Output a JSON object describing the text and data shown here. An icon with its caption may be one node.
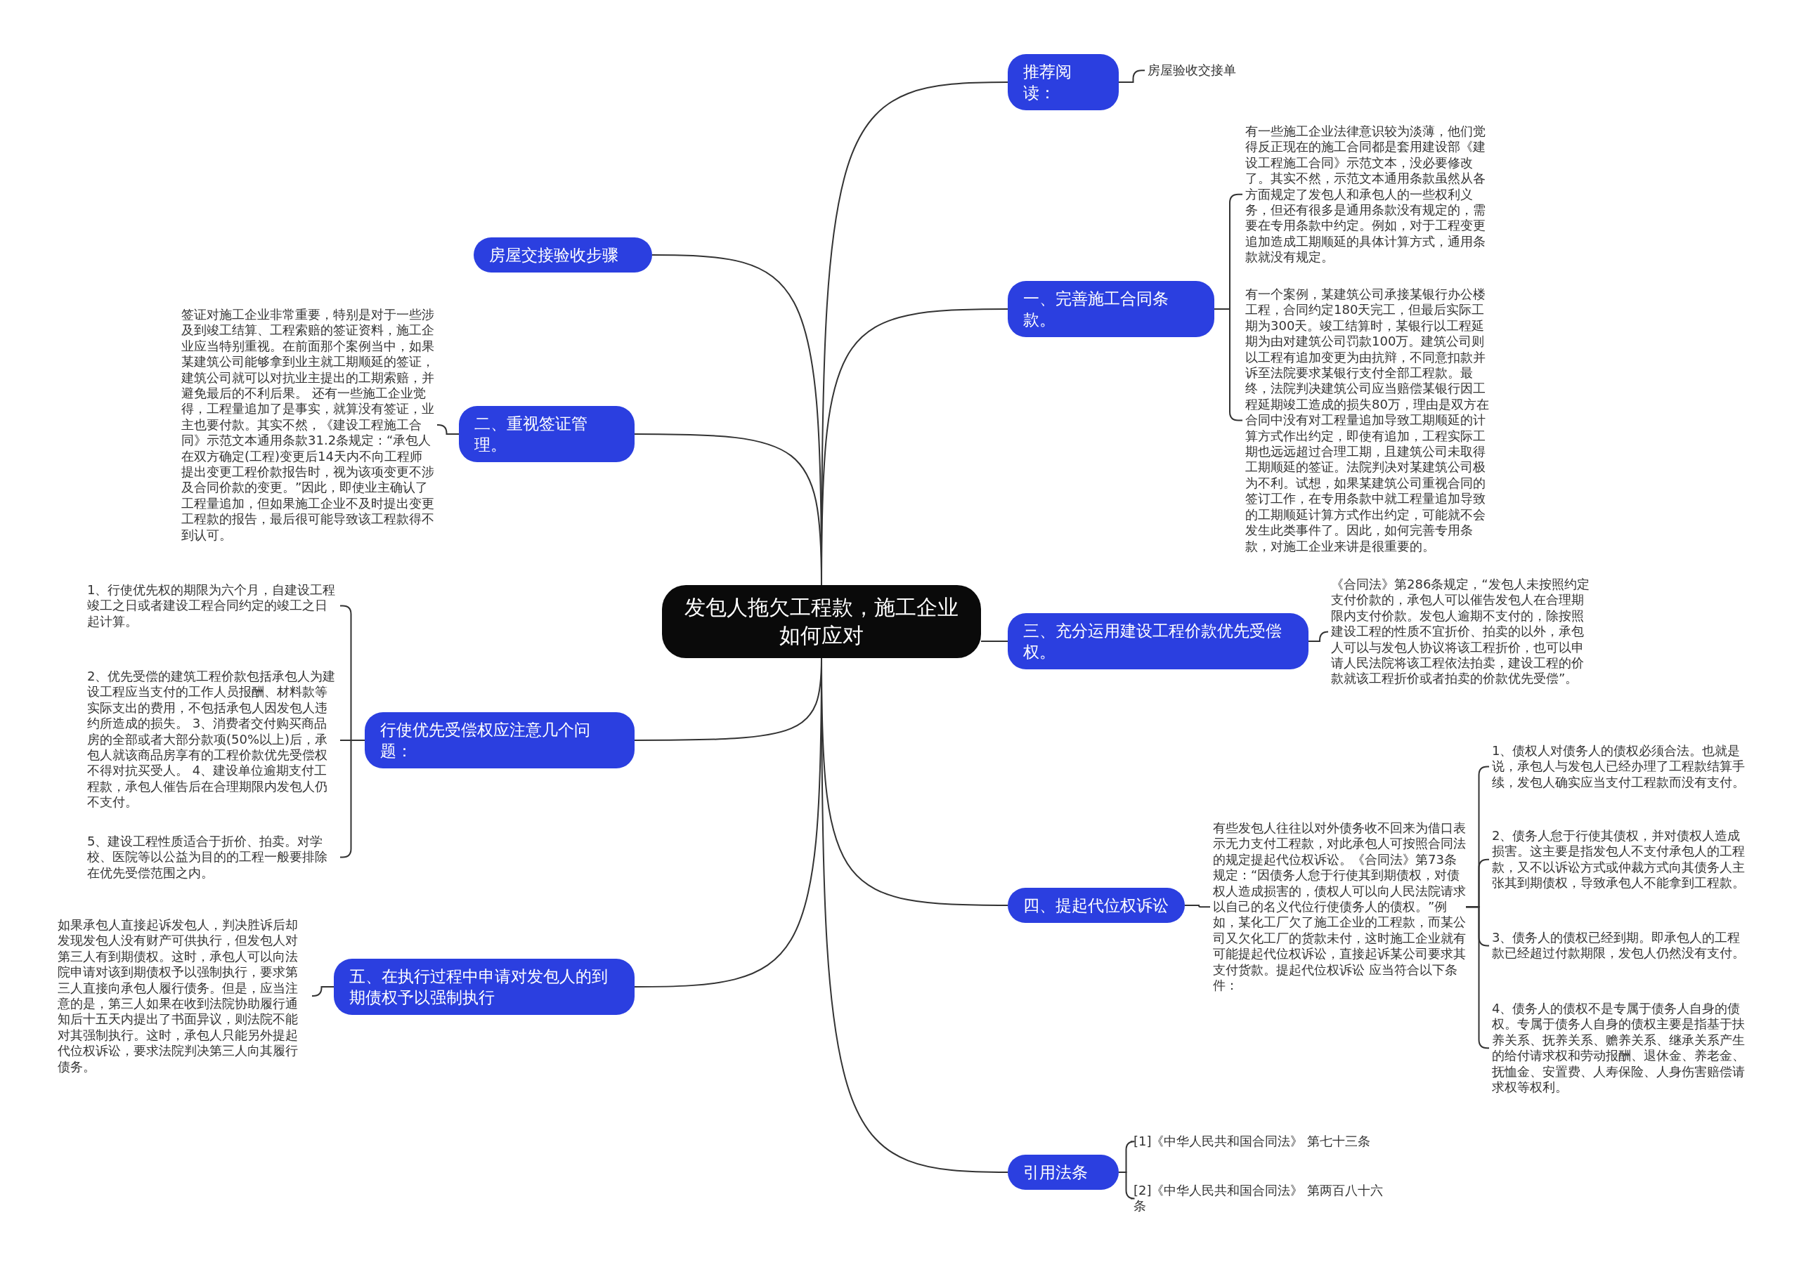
{
  "diagram": {
    "nodes": [
      {
        "text": [
          "发包人拖欠工程款，施工企业如何应对"
        ]
      },
      {
        "text": [
          "推荐阅读："
        ]
      },
      {
        "text": [
          "房屋验收交接单"
        ]
      },
      {
        "text": [
          "一、完善施工合同条款。"
        ]
      },
      {
        "text": [
          "有一些施工企业法律意识较为淡薄，他们觉得反正现在的施工合同都是套用建设部《建设工程施工合同》示范文本，没必要修改了。其实不然，示范文本通用条款虽然从各方面规定了发包人和承包人的一些权利义务，但还有很多是通用条款没有规定的，需要在专用条款中约定。例如，对于工程变更追加造成工期顺延的具体计算方式，通用条款就没有规定。"
        ]
      },
      {
        "text": [
          "有一个案例，某建筑公司承接某银行办公楼工程，合同约定180天完工，但最后实际工期为300天。竣工结算时，某银行以工程延期为由对建筑公司罚款100万。建筑公司则以工程有追加变更为由抗辩，不同意扣款并诉至法院要求某银行支付全部工程款。最终，法院判决建筑公司应当赔偿某银行因工程延期竣工造成的损失80万，理由是双方在合同中没有对工程量追加导致工期顺延的计算方式作出约定，即使有追加，工程实际工期也远远超过合理工期，且建筑公司未取得工期顺延的签证。法院判决对某建筑公司极为不利。试想，如果某建筑公司重视合同的签订工作，在专用条款中就工程量追加导致的工期顺延计算方式作出约定，可能就不会发生此类事件了。因此，如何完善专用条款，对施工企业来讲是很重要的。"
        ]
      },
      {
        "text": [
          "三、充分运用建设工程价款优先受偿权。"
        ]
      },
      {
        "text": [
          "《合同法》第286条规定，“发包人未按照约定支付价款的，承包人可以催告发包人在合理期限内支付价款。发包人逾期不支付的，除按照建设工程的性质不宜折价、拍卖的以外，承包人可以与发包人协议将该工程折价，也可以申请人民法院将该工程依法拍卖，建设工程的价款就该工程折价或者拍卖的价款优先受偿”。"
        ]
      },
      {
        "text": [
          "四、提起代位权诉讼"
        ]
      },
      {
        "text": [
          "有些发包人往往以对外债务收不回来为借口表示无力支付工程款，对此承包人可按照合同法的规定提起代位权诉讼。《合同法》第73条规定：“因债务人怠于行使其到期债权，对债权人造成损害的，债权人可以向人民法院请求以自己的名义代位行使债务人的债权。”例如，某化工厂欠了施工企业的工程款，而某公司又欠化工厂的货款未付，这时施工企业就有可能提起代位权诉讼，直接起诉某公司要求其支付货款。提起代位权诉讼 应当符合以下条件："
        ]
      },
      {
        "text": [
          "1、债权人对债务人的债权必须合法。也就是说，承包人与发包人已经办理了工程款结算手续，发包人确实应当支付工程款而没有支付。"
        ]
      },
      {
        "text": [
          "2、债务人怠于行使其债权，并对债权人造成损害。这主要是指发包人不支付承包人的工程款，又不以诉讼方式或仲裁方式向其债务人主张其到期债权，导致承包人不能拿到工程款。"
        ]
      },
      {
        "text": [
          "3、债务人的债权已经到期。即承包人的工程款已经超过付款期限，发包人仍然没有支付。"
        ]
      },
      {
        "text": [
          "4、债务人的债权不是专属于债务人自身的债权。专属于债务人自身的债权主要是指基于扶养关系、抚养关系、赡养关系、继承关系产生的给付请求权和劳动报酬、退休金、养老金、抚恤金、安置费、人寿保险、人身伤害赔偿请求权等权利。"
        ]
      },
      {
        "text": [
          "引用法条"
        ]
      },
      {
        "text": [
          "[1]《中华人民共和国合同法》 第七十三条"
        ]
      },
      {
        "text": [
          "[2]《中华人民共和国合同法》 第两百八十六条"
        ]
      },
      {
        "text": [
          "房屋交接验收步骤"
        ]
      },
      {
        "text": [
          "二、重视签证管理。"
        ]
      },
      {
        "text": [
          "签证对施工企业非常重要，特别是对于一些涉及到竣工结算、工程索赔的签证资料，施工企业应当特别重视。在前面那个案例当中，如果某建筑公司能够拿到业主就工期顺延的签证，建筑公司就可以对抗业主提出的工期索赔，并避免最后的不利后果。 还有一些施工企业觉得，工程量追加了是事实，就算没有签证，业主也要付款。其实不然，《建设工程施工合同》示范文本通用条款31.2条规定：“承包人在双方确定(工程)变更后14天内不向工程师提出变更工程价款报告时，视为该项变更不涉及合同价款的变更。”因此，即使业主确认了工程量追加，但如果施工企业不及时提出变更工程款的报告，最后很可能导致该工程款得不到认可。"
        ]
      },
      {
        "text": [
          "行使优先受偿权应注意几个问题："
        ]
      },
      {
        "text": [
          "1、行使优先权的期限为六个月，自建设工程竣工之日或者建设工程合同约定的竣工之日起计算。"
        ]
      },
      {
        "text": [
          "2、优先受偿的建筑工程价款包括承包人为建设工程应当支付的工作人员报酬、材料款等实际支出的费用，不包括承包人因发包人违约所造成的损失。 3、消费者交付购买商品房的全部或者大部分款项(50%以上)后，承包人就该商品房享有的工程价款优先受偿权不得对抗买受人。 4、建设单位逾期支付工程款，承包人催告后在合理期限内发包人仍不支付。"
        ]
      },
      {
        "text": [
          "5、建设工程性质适合于折价、拍卖。对学校、医院等以公益为目的的工程一般要排除在优先受偿范围之内。"
        ]
      },
      {
        "text": [
          "五、在执行过程中申请对发包人的到期债权予以强制执行"
        ]
      },
      {
        "text": [
          "如果承包人直接起诉发包人，判决胜诉后却发现发包人没有财产可供执行，但发包人对第三人有到期债权。这时，承包人可以向法院申请对该到期债权予以强制执行，要求第三人直接向承包人履行债务。但是，应当注意的是，第三人如果在收到法院协助履行通知后十五天内提出了书面异议，则法院不能对其强制执行。这时，承包人只能另外提起代位权诉讼，要求法院判决第三人向其履行债务。"
        ]
      }
    ],
    "edges": [
      {
        "from": 0,
        "to": 1,
        "arrow": "none"
      },
      {
        "from": 1,
        "to": 2,
        "arrow": "none"
      },
      {
        "from": 0,
        "to": 3,
        "arrow": "none"
      },
      {
        "from": 3,
        "to": 4,
        "arrow": "none"
      },
      {
        "from": 3,
        "to": 5,
        "arrow": "none"
      },
      {
        "from": 0,
        "to": 6,
        "arrow": "none"
      },
      {
        "from": 6,
        "to": 7,
        "arrow": "none"
      },
      {
        "from": 0,
        "to": 8,
        "arrow": "none"
      },
      {
        "from": 8,
        "to": 9,
        "arrow": "none"
      },
      {
        "from": 9,
        "to": 10,
        "arrow": "none"
      },
      {
        "from": 9,
        "to": 11,
        "arrow": "none"
      },
      {
        "from": 9,
        "to": 12,
        "arrow": "none"
      },
      {
        "from": 9,
        "to": 13,
        "arrow": "none"
      },
      {
        "from": 0,
        "to": 14,
        "arrow": "none"
      },
      {
        "from": 14,
        "to": 15,
        "arrow": "none"
      },
      {
        "from": 14,
        "to": 16,
        "arrow": "none"
      },
      {
        "from": 0,
        "to": 17,
        "arrow": "none"
      },
      {
        "from": 0,
        "to": 18,
        "arrow": "none"
      },
      {
        "from": 18,
        "to": 19,
        "arrow": "none"
      },
      {
        "from": 0,
        "to": 20,
        "arrow": "none"
      },
      {
        "from": 20,
        "to": 21,
        "arrow": "none"
      },
      {
        "from": 20,
        "to": 22,
        "arrow": "none"
      },
      {
        "from": 20,
        "to": 23,
        "arrow": "none"
      },
      {
        "from": 0,
        "to": 24,
        "arrow": "none"
      },
      {
        "from": 24,
        "to": 25,
        "arrow": "none"
      }
    ]
  }
}
